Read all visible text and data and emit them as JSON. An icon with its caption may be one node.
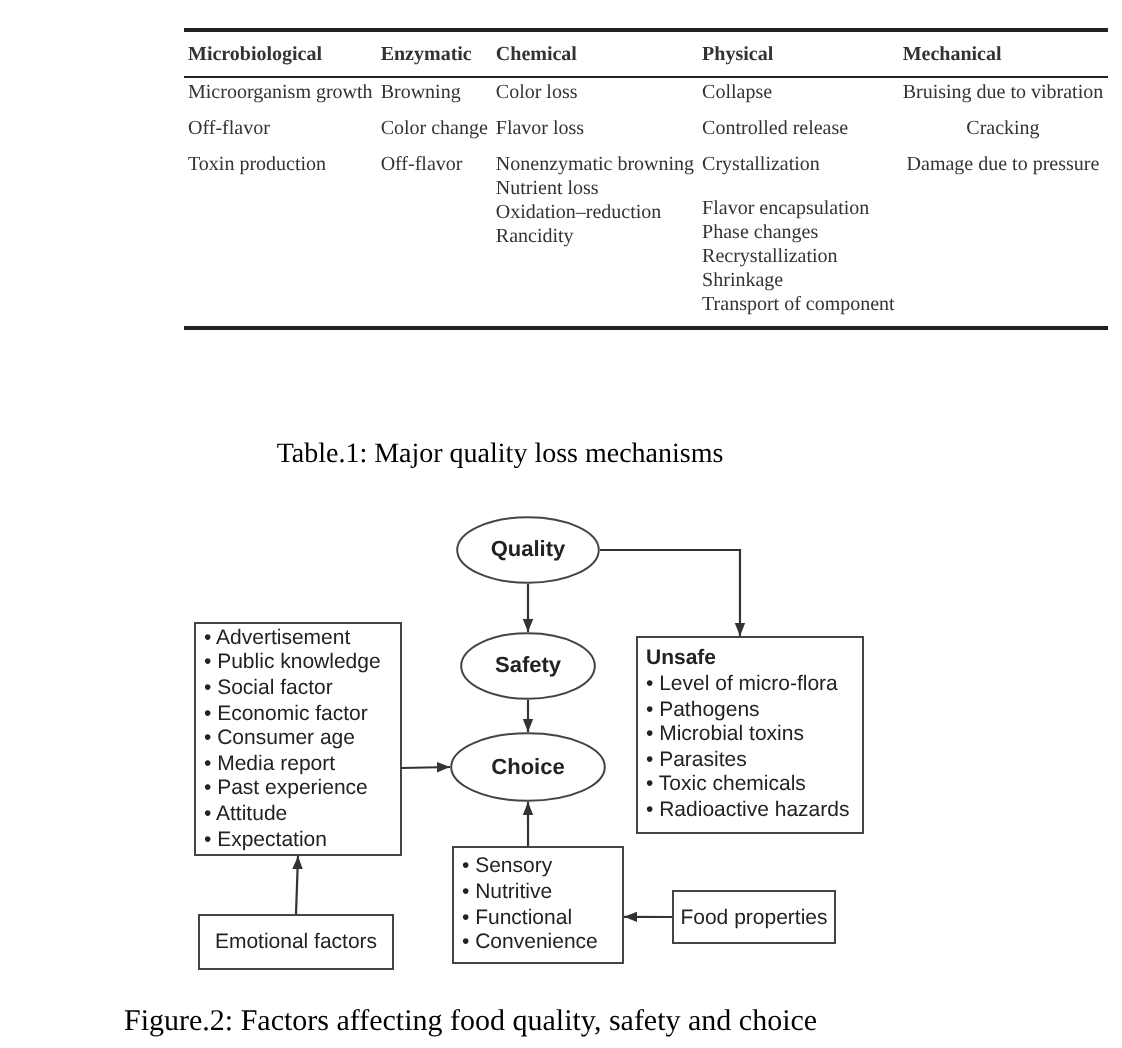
{
  "diagram": {
    "caption": "Figure.2: Factors affecting food quality, safety and choice",
    "nodes": [
      {
        "text": [
          "Quality"
        ]
      },
      {
        "text": [
          "Safety"
        ]
      },
      {
        "text": [
          "Choice"
        ]
      },
      {
        "text": [
          "Unsafe",
          "• Level of micro-flora",
          "• Pathogens",
          "• Microbial toxins",
          "• Parasites",
          "• Toxic chemicals",
          "• Radioactive hazards"
        ]
      },
      {
        "text": [
          "• Advertisement",
          "• Public knowledge",
          "• Social factor",
          "• Economic factor",
          "• Consumer age",
          "• Media report",
          "• Past experience",
          "• Attitude",
          "• Expectation"
        ]
      },
      {
        "text": [
          "Emotional factors"
        ]
      },
      {
        "text": [
          "• Sensory",
          "• Nutritive",
          "• Functional",
          "• Convenience"
        ]
      },
      {
        "text": [
          "Food properties"
        ]
      }
    ],
    "edges": [
      {
        "from": 0,
        "to": 1,
        "arrow": "to"
      },
      {
        "from": 1,
        "to": 2,
        "arrow": "to"
      },
      {
        "from": 0,
        "to": 3,
        "arrow": "to"
      },
      {
        "from": 4,
        "to": 2,
        "arrow": "to"
      },
      {
        "from": 5,
        "to": 4,
        "arrow": "to"
      },
      {
        "from": 6,
        "to": 2,
        "arrow": "to"
      },
      {
        "from": 7,
        "to": 6,
        "arrow": "to"
      }
    ],
    "labels": [
      "Microbiological",
      "Enzymatic",
      "Chemical",
      "Physical",
      "Mechanical",
      "Microorganism growth",
      "Browning",
      "Color loss",
      "Collapse",
      "Bruising due to vibration",
      "Off-flavor",
      "Color change",
      "Flavor loss",
      "Controlled release",
      "Cracking",
      "Toxin production",
      "Off-flavor",
      "Nonenzymatic browning",
      "Nutrient loss",
      "Oxidation–reduction",
      "Rancidity",
      "Crystallization",
      "Flavor encapsulation",
      "Phase changes",
      "Recrystallization",
      "Shrinkage",
      "Transport of component",
      "Damage due to pressure",
      "Table.1: Major quality loss mechanisms"
    ]
  }
}
